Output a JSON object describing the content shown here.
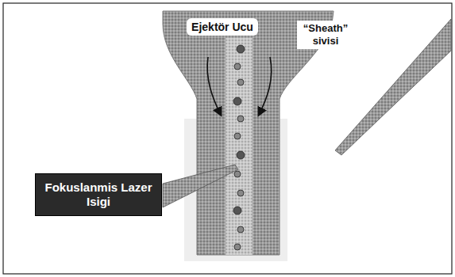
{
  "diagram": {
    "nodes": [
      {
        "text": [
          "Ejektör Ucu"
        ]
      },
      {
        "text": [
          "Fokuslanmis Lazer Isigi"
        ]
      }
    ],
    "labels": [
      "“Sheath” sivisi"
    ]
  }
}
